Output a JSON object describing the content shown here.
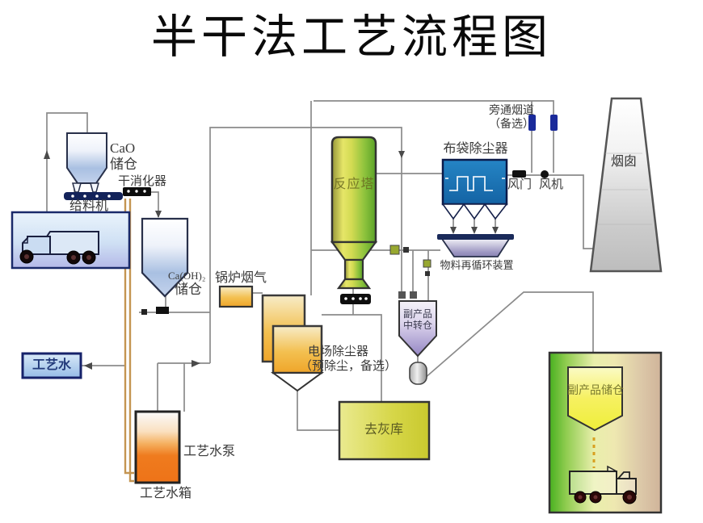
{
  "title": "半干法工艺流程图",
  "colors": {
    "bag_filter_blue": "#1a72b4",
    "tower_green": "#9cc23c",
    "tank_orange": "#ee7318",
    "byproduct_green": "#58b828",
    "pipe_tan": "#c49552",
    "line_gray": "#8b8b8b"
  },
  "components": {
    "cao_silo": {
      "label_line1": "CaO",
      "label_line2": "储仓"
    },
    "feeder": {
      "label": "给料机"
    },
    "slaker": {
      "label": "干消化器"
    },
    "caoh2_silo": {
      "label_line1": "Ca(OH)₂",
      "label_line2": "储仓"
    },
    "process_water": {
      "label": "工艺水"
    },
    "water_pump": {
      "label": "工艺水泵"
    },
    "water_tank": {
      "label": "工艺水箱"
    },
    "boiler_flue_gas": {
      "label": "锅炉烟气"
    },
    "esp": {
      "label_line1": "电场除尘器",
      "label_line2": "（预除尘，备选）"
    },
    "ash_store": {
      "label": "去灰库"
    },
    "reaction_tower": {
      "label": "反应塔"
    },
    "bag_filter": {
      "label": "布袋除尘器"
    },
    "bypass_duct": {
      "label_line1": "旁通烟道",
      "label_line2": "（备选）"
    },
    "damper": {
      "label": "风门"
    },
    "fan": {
      "label": "风机"
    },
    "recirculation": {
      "label": "物料再循环装置"
    },
    "intermediate_bin": {
      "label_line1": "副产品",
      "label_line2": "中转仓"
    },
    "chimney": {
      "label": "烟囱"
    },
    "byproduct_silo": {
      "label": "副产品储仓"
    }
  }
}
